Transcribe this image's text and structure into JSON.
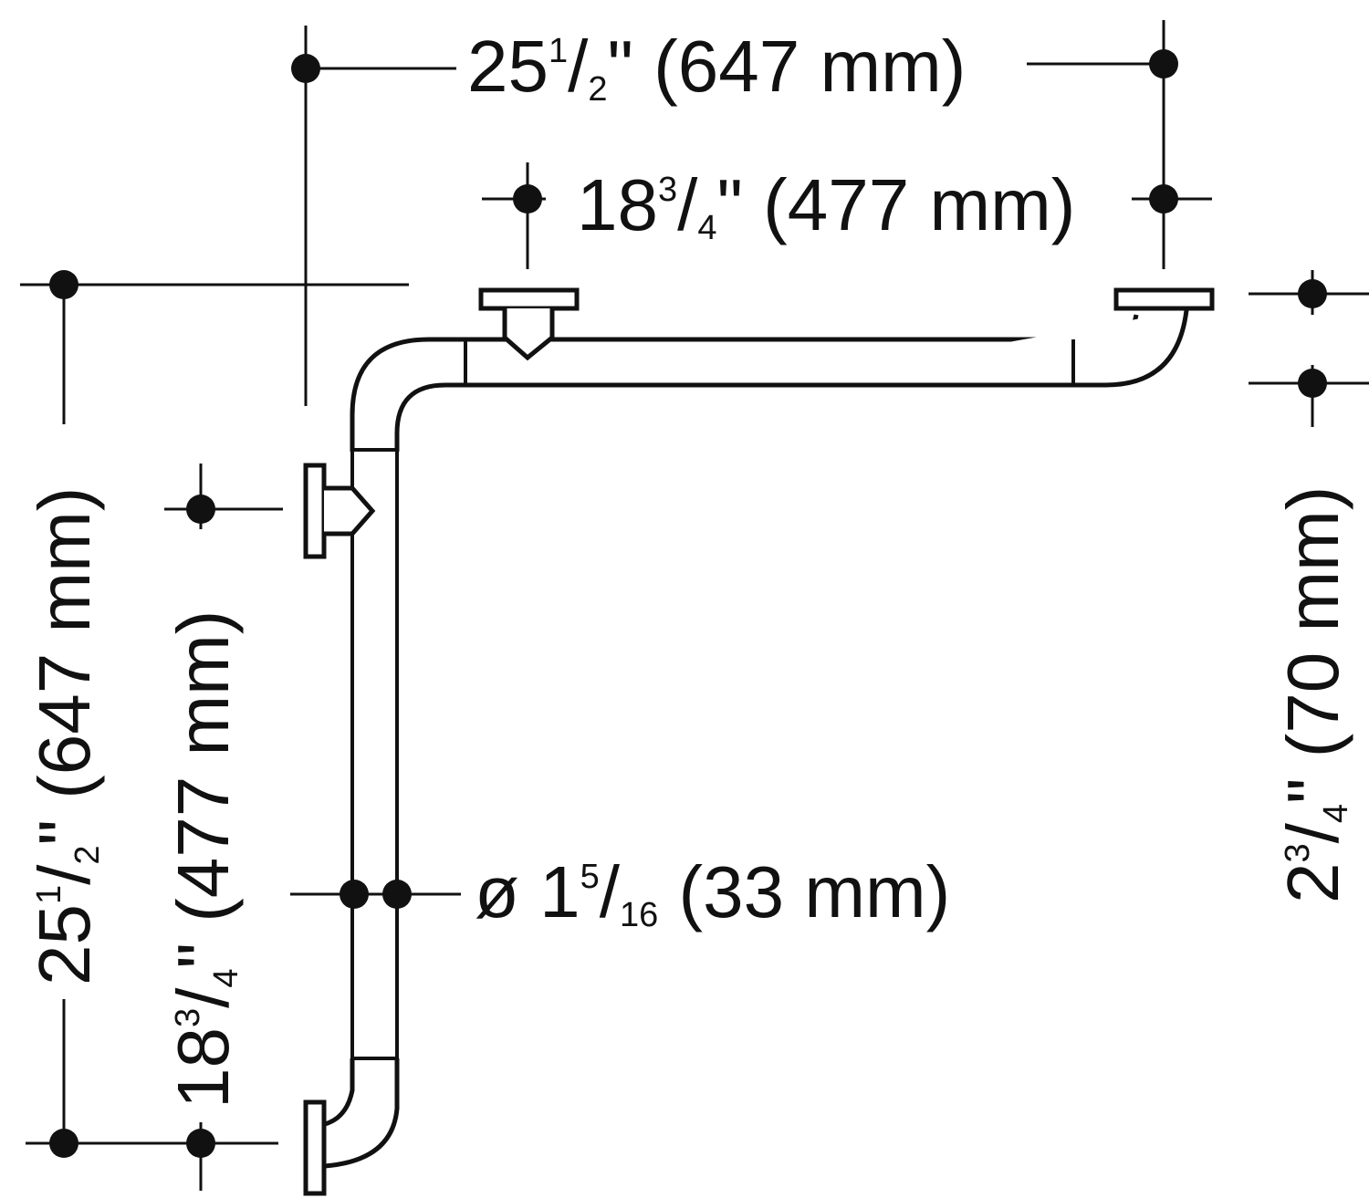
{
  "diagram": {
    "ink_color": "#111111",
    "background": "#ffffff",
    "dim_top_overall": {
      "whole": "25",
      "num": "1",
      "den": "2",
      "rest": "\" (647 mm)"
    },
    "dim_top_flange": {
      "whole": "18",
      "num": "3",
      "den": "4",
      "rest": "\" (477 mm)"
    },
    "dim_left_overall": {
      "whole": "25",
      "num": "1",
      "den": "2",
      "rest": "\" (647 mm)"
    },
    "dim_left_flange": {
      "whole": "18",
      "num": "3",
      "den": "4",
      "rest": "\" (477 mm)"
    },
    "dim_right_offset": {
      "whole": "2",
      "num": "3",
      "den": "4",
      "rest": "\" (70 mm)"
    },
    "dim_diameter": {
      "prefix": "ø 1",
      "num": "5",
      "den": "16",
      "rest": " (33 mm)"
    }
  }
}
